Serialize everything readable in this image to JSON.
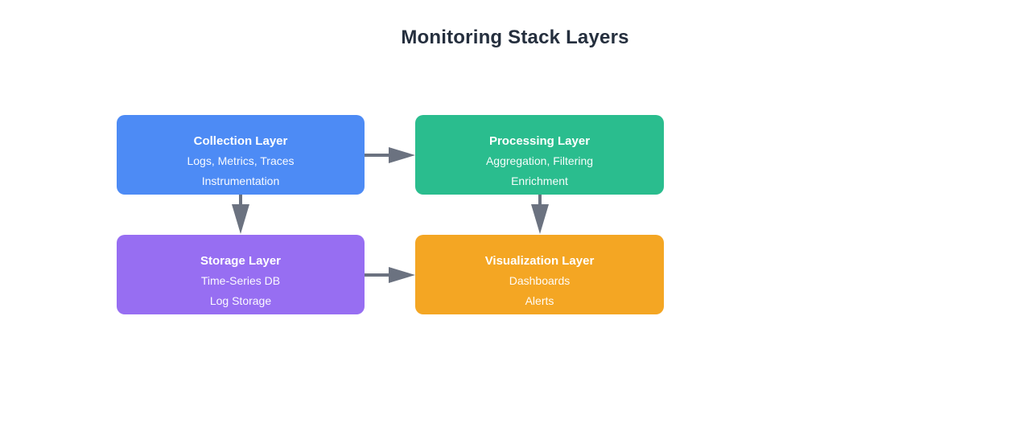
{
  "title": "Monitoring Stack Layers",
  "colors": {
    "title_text": "#252f3e",
    "arrow": "#6b7280",
    "node_text": "#ffffff",
    "collection": "#4d8bf5",
    "processing": "#2abd8e",
    "storage": "#976ef2",
    "visualization": "#f4a623"
  },
  "nodes": [
    {
      "id": "collection",
      "title": "Collection Layer",
      "lines": [
        "Logs, Metrics, Traces",
        "Instrumentation"
      ],
      "color": "#4d8bf5"
    },
    {
      "id": "processing",
      "title": "Processing Layer",
      "lines": [
        "Aggregation, Filtering",
        "Enrichment"
      ],
      "color": "#2abd8e"
    },
    {
      "id": "storage",
      "title": "Storage Layer",
      "lines": [
        "Time-Series DB",
        "Log Storage"
      ],
      "color": "#976ef2"
    },
    {
      "id": "visualization",
      "title": "Visualization Layer",
      "lines": [
        "Dashboards",
        "Alerts"
      ],
      "color": "#f4a623"
    }
  ],
  "edges": [
    {
      "from": "Collection Layer",
      "to": "Processing Layer",
      "direction": "right"
    },
    {
      "from": "Collection Layer",
      "to": "Storage Layer",
      "direction": "down"
    },
    {
      "from": "Processing Layer",
      "to": "Visualization Layer",
      "direction": "down"
    },
    {
      "from": "Storage Layer",
      "to": "Visualization Layer",
      "direction": "right"
    }
  ]
}
